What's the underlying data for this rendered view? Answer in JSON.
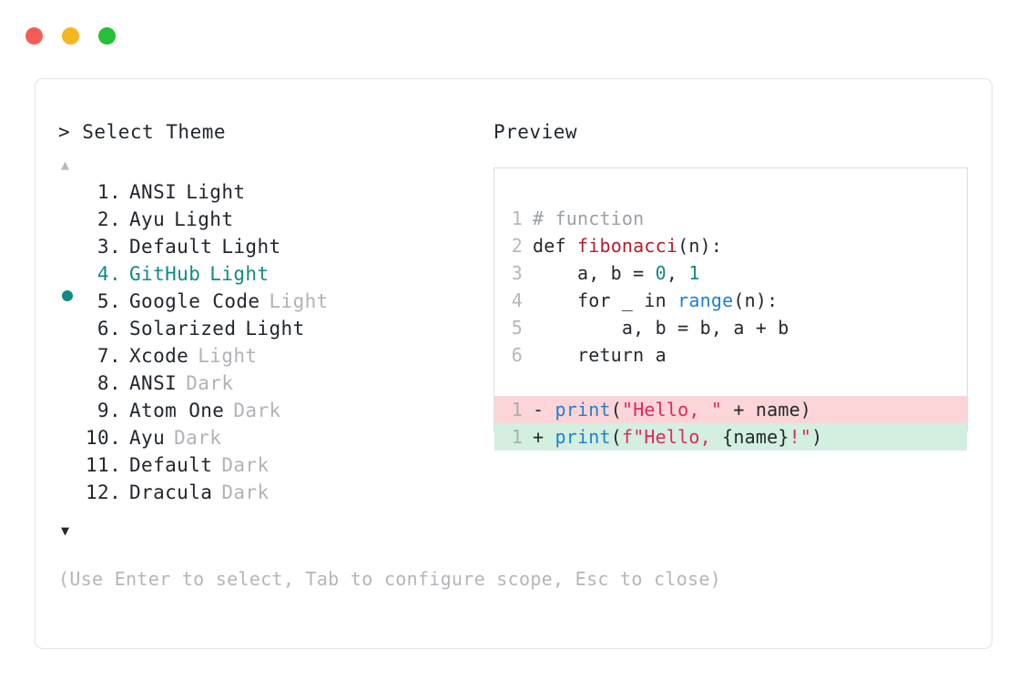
{
  "window": {
    "traffic_lights": [
      {
        "name": "close-button",
        "color": "#f45d55"
      },
      {
        "name": "minimize-button",
        "color": "#f6b620"
      },
      {
        "name": "maximize-button",
        "color": "#25bf38"
      }
    ]
  },
  "selector": {
    "prompt": "> Select Theme",
    "scroll_up": "▲",
    "scroll_down": "▼",
    "selected_index": 4,
    "accent_color": "#0f8b86",
    "items": [
      {
        "index": "1.",
        "name": "ANSI",
        "variant": "Light",
        "variant_muted": false,
        "selected": false
      },
      {
        "index": "2.",
        "name": "Ayu",
        "variant": "Light",
        "variant_muted": false,
        "selected": false
      },
      {
        "index": "3.",
        "name": "Default",
        "variant": "Light",
        "variant_muted": false,
        "selected": false
      },
      {
        "index": "4.",
        "name": "GitHub",
        "variant": "Light",
        "variant_muted": false,
        "selected": true
      },
      {
        "index": "5.",
        "name": "Google Code",
        "variant": "Light",
        "variant_muted": true,
        "selected": false
      },
      {
        "index": "6.",
        "name": "Solarized",
        "variant": "Light",
        "variant_muted": false,
        "selected": false
      },
      {
        "index": "7.",
        "name": "Xcode",
        "variant": "Light",
        "variant_muted": true,
        "selected": false
      },
      {
        "index": "8.",
        "name": "ANSI",
        "variant": "Dark",
        "variant_muted": true,
        "selected": false
      },
      {
        "index": "9.",
        "name": "Atom One",
        "variant": "Dark",
        "variant_muted": true,
        "selected": false
      },
      {
        "index": "10.",
        "name": "Ayu",
        "variant": "Dark",
        "variant_muted": true,
        "selected": false
      },
      {
        "index": "11.",
        "name": "Default",
        "variant": "Dark",
        "variant_muted": true,
        "selected": false
      },
      {
        "index": "12.",
        "name": "Dracula",
        "variant": "Dark",
        "variant_muted": true,
        "selected": false
      }
    ],
    "hint": "(Use Enter to select, Tab to configure scope, Esc to close)"
  },
  "preview": {
    "title": "Preview",
    "lines": [
      {
        "ln": "1",
        "diff": "none",
        "tokens": [
          {
            "t": "# function",
            "c": "comment"
          }
        ]
      },
      {
        "ln": "2",
        "diff": "none",
        "tokens": [
          {
            "t": "def ",
            "c": "kw"
          },
          {
            "t": "fibonacci",
            "c": "fn"
          },
          {
            "t": "(n):",
            "c": "plain"
          }
        ]
      },
      {
        "ln": "3",
        "diff": "none",
        "tokens": [
          {
            "t": "    a, b = ",
            "c": "plain"
          },
          {
            "t": "0",
            "c": "num"
          },
          {
            "t": ", ",
            "c": "plain"
          },
          {
            "t": "1",
            "c": "num"
          }
        ]
      },
      {
        "ln": "4",
        "diff": "none",
        "tokens": [
          {
            "t": "    for _ in ",
            "c": "plain"
          },
          {
            "t": "range",
            "c": "builtin"
          },
          {
            "t": "(n):",
            "c": "plain"
          }
        ]
      },
      {
        "ln": "5",
        "diff": "none",
        "tokens": [
          {
            "t": "        a, b = b, a + b",
            "c": "plain"
          }
        ]
      },
      {
        "ln": "6",
        "diff": "none",
        "tokens": [
          {
            "t": "    return a",
            "c": "plain"
          }
        ]
      },
      {
        "ln": "",
        "diff": "gap",
        "tokens": []
      },
      {
        "ln": "1",
        "diff": "del",
        "tokens": [
          {
            "t": "- ",
            "c": "sign"
          },
          {
            "t": "print",
            "c": "builtin"
          },
          {
            "t": "(",
            "c": "plain"
          },
          {
            "t": "\"Hello, \"",
            "c": "str"
          },
          {
            "t": " + name)",
            "c": "plain"
          }
        ]
      },
      {
        "ln": "1",
        "diff": "add",
        "tokens": [
          {
            "t": "+ ",
            "c": "sign"
          },
          {
            "t": "print",
            "c": "builtin"
          },
          {
            "t": "(",
            "c": "plain"
          },
          {
            "t": "f\"Hello, ",
            "c": "str"
          },
          {
            "t": "{name}",
            "c": "plain"
          },
          {
            "t": "!\"",
            "c": "str"
          },
          {
            "t": ")",
            "c": "plain"
          }
        ]
      }
    ],
    "diff_del_bg": "#fbd5d8",
    "diff_add_bg": "#d2efdf"
  }
}
